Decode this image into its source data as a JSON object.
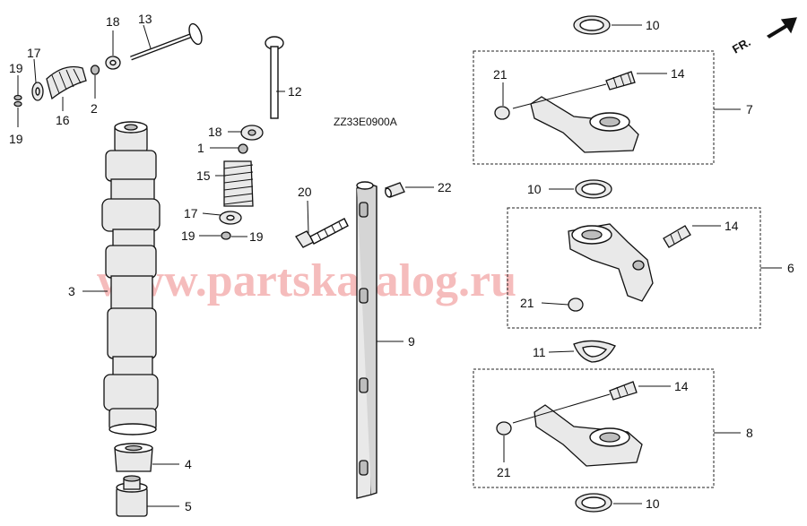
{
  "diagram": {
    "drawing_code": "ZZ33E0900A",
    "direction_label": "FR.",
    "watermark": "www.partskatalog.ru",
    "callouts": {
      "c19a": "19",
      "c17a": "17",
      "c16": "16",
      "c2": "2",
      "c18a": "18",
      "c13": "13",
      "c19b": "19",
      "c12": "12",
      "c18b": "18",
      "c1": "1",
      "c15": "15",
      "c17b": "17",
      "c19c": "19",
      "c19d": "19",
      "c3": "3",
      "c4": "4",
      "c5": "5",
      "c20": "20",
      "c22": "22",
      "c9": "9",
      "c10a": "10",
      "c21a": "21",
      "c14a": "14",
      "c7": "7",
      "c10b": "10",
      "c14b": "14",
      "c6": "6",
      "c21b": "21",
      "c11": "11",
      "c14c": "14",
      "c8": "8",
      "c21c": "21",
      "c10c": "10"
    }
  }
}
